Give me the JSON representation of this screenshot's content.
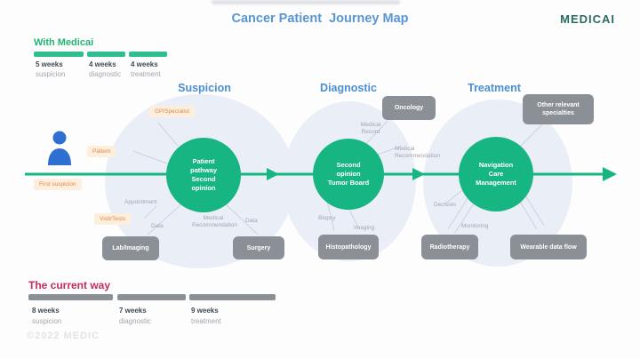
{
  "header": {
    "title": "Cancer Patient  Journey Map",
    "logo": "MEDICAI"
  },
  "with_medicai": {
    "title": "With Medicai",
    "phases": [
      {
        "duration": "5 weeks",
        "label": "suspicion"
      },
      {
        "duration": "4 weeks",
        "label": "diagnostic"
      },
      {
        "duration": "4 weeks",
        "label": "treatment"
      }
    ]
  },
  "current_way": {
    "title": "The current way",
    "phases": [
      {
        "duration": "8 weeks",
        "label": "suspicion"
      },
      {
        "duration": "7 weeks",
        "label": "diagnostic"
      },
      {
        "duration": "9 weeks",
        "label": "treatment"
      }
    ]
  },
  "stages": {
    "suspicion": {
      "header": "Suspicion",
      "circle_lines": [
        "Patient",
        "pathway",
        "Second",
        "opinion"
      ],
      "labels": {
        "gp_specialist": "GP/Specialist",
        "patient": "Patient",
        "first_suspicion": "First suspicion",
        "visit_tests": "Visit/Tests",
        "appointment": "Appointment",
        "data_left": "Data",
        "medical_recommendation": "Medical Recommendation",
        "data_right": "Data"
      },
      "nodes": {
        "lab_imaging": "Lab/Imaging",
        "surgery": "Surgery"
      }
    },
    "diagnostic": {
      "header": "Diagnostic",
      "circle_lines": [
        "Second",
        "opinion",
        "Tumor Board"
      ],
      "labels": {
        "medical_record": "Medical Record",
        "medical_recommendation": "Medical Recommendation",
        "biopsy": "Biopsy",
        "imaging": "Imaging"
      },
      "nodes": {
        "oncology": "Oncology",
        "histopathology": "Histopathology"
      }
    },
    "treatment": {
      "header": "Treatment",
      "circle_lines": [
        "Navigation",
        "Care",
        "Management"
      ],
      "labels": {
        "decision": "Decision",
        "monitoring": "Monitoring"
      },
      "nodes": {
        "other_specialties": "Other relevant specialties",
        "radiotherapy": "Radiotherapy",
        "wearable_data_flow": "Wearable data flow"
      }
    }
  },
  "footer": {
    "copyright": "©2022 MEDIC"
  },
  "colors": {
    "accent_green": "#17b581",
    "header_blue": "#4a8fd3",
    "title_blue": "#5796d6",
    "current_red": "#c62a5a",
    "node_gray": "#8a9095",
    "actor_orange": "#df8a4c",
    "logo_teal": "#2b6a62"
  }
}
